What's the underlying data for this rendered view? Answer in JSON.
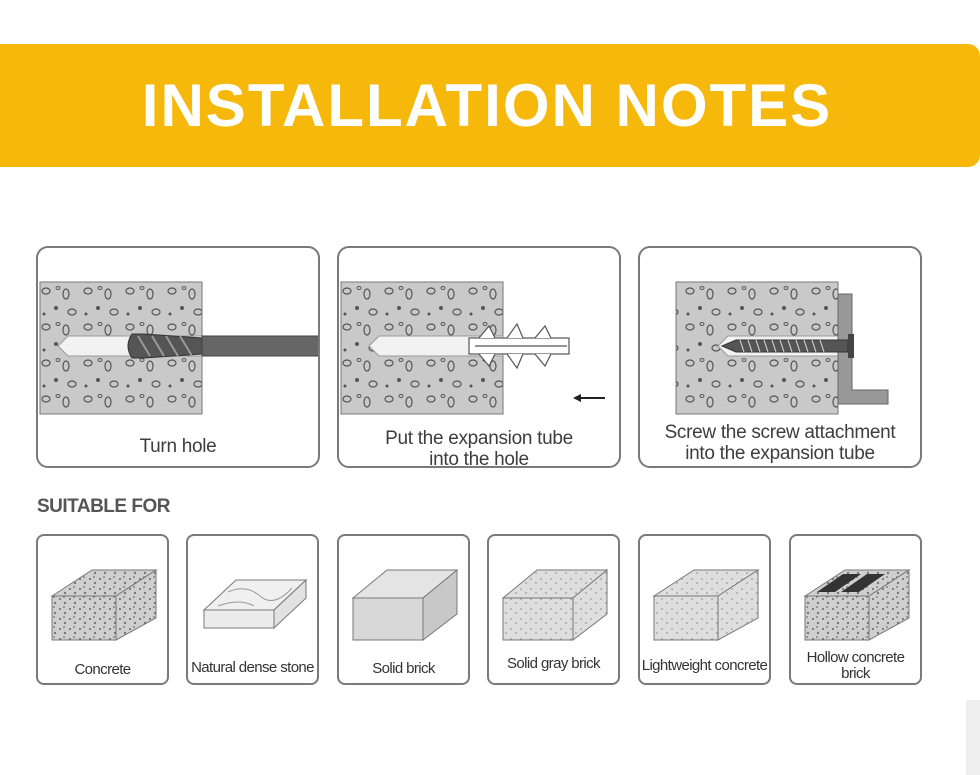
{
  "banner": {
    "title": "INSTALLATION NOTES",
    "color": "#f6b80b"
  },
  "steps": [
    {
      "caption_line1": "Turn hole",
      "caption_line2": "",
      "illustration": "drill-in-concrete"
    },
    {
      "caption_line1": "Put the expansion tube",
      "caption_line2": "into the hole",
      "illustration": "anchor-insert"
    },
    {
      "caption_line1": "Screw the screw attachment",
      "caption_line2": "into the expansion tube",
      "illustration": "screw-bracket"
    }
  ],
  "suitable": {
    "heading": "SUITABLE FOR",
    "materials": [
      {
        "label_line1": "Concrete",
        "label_line2": "",
        "icon": "concrete-block-icon"
      },
      {
        "label_line1": "Natural dense stone",
        "label_line2": "",
        "icon": "stone-slab-icon"
      },
      {
        "label_line1": "Solid brick",
        "label_line2": "",
        "icon": "solid-brick-icon"
      },
      {
        "label_line1": "Solid gray brick",
        "label_line2": "",
        "icon": "gray-brick-icon"
      },
      {
        "label_line1": "Lightweight concrete",
        "label_line2": "",
        "icon": "lightweight-block-icon"
      },
      {
        "label_line1": "Hollow concrete",
        "label_line2": "brick",
        "icon": "hollow-brick-icon"
      }
    ]
  }
}
